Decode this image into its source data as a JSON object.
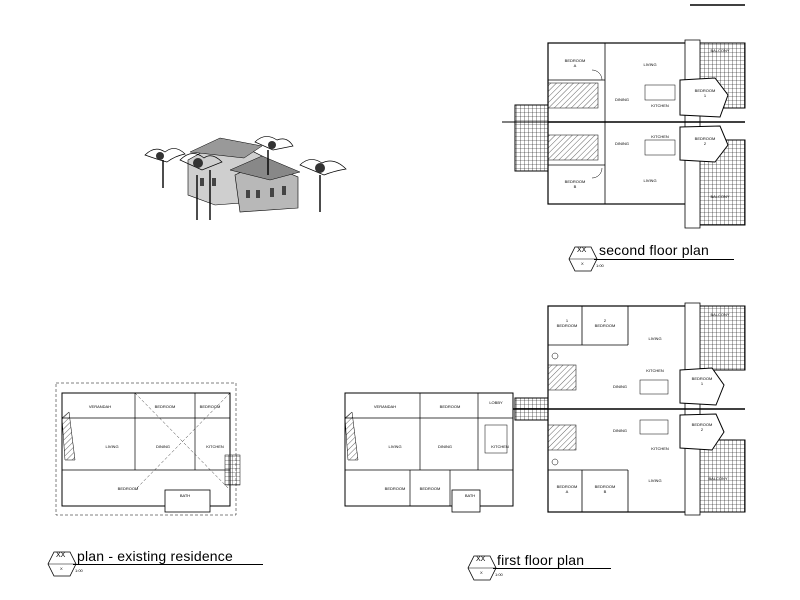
{
  "title_block": {
    "hex_top": "XX",
    "hex_bottom": "X",
    "scale": "1:00"
  },
  "drawings": {
    "second_floor": {
      "title": "second floor plan",
      "rooms": {
        "bedroom_a": "BEDROOM\nA",
        "living_a": "LIVING",
        "dining_a": "DINING",
        "kitchen_a": "KITCHEN",
        "bedroom_1": "BEDROOM\n1",
        "balcony_1": "BALCONY",
        "bedroom_b": "BEDROOM\nB",
        "living_b": "LIVING",
        "dining_b": "DINING",
        "kitchen_b": "KITCHEN",
        "bedroom_2": "BEDROOM\n2",
        "balcony_2": "BALCONY"
      }
    },
    "first_floor": {
      "title": "first floor plan",
      "rooms": {
        "verandah": "VERANDAH",
        "bedroom_a": "BEDROOM",
        "lobby": "LOBBY",
        "living_a": "LIVING",
        "dining_a": "DINING",
        "kitchen_a": "KITCHEN",
        "bedroom_b": "BEDROOM",
        "bedroom_c": "BEDROOM",
        "bath": "BATH",
        "bedroom_1": "1\nBEDROOM",
        "bedroom_2": "2\nBEDROOM",
        "living_1": "LIVING",
        "dining_1": "DINING",
        "kitchen_1": "KITCHEN",
        "bedroom_3": "BEDROOM\n1",
        "balcony_1": "BALCONY",
        "dining_2": "DINING",
        "kitchen_2": "KITCHEN",
        "bedroom_4": "BEDROOM\n2",
        "living_2": "LIVING",
        "bedroom_5": "BEDROOM\nA",
        "bedroom_6": "BEDROOM\nB",
        "balcony_2": "BALCONY"
      }
    },
    "existing": {
      "title": "plan - existing residence",
      "rooms": {
        "verandah": "VERANDAH",
        "bedroom_a": "BEDROOM",
        "bedroom_b": "BEDROOM",
        "living": "LIVING",
        "dining": "DINING",
        "kitchen": "KITCHEN",
        "bedroom_c": "BEDROOM",
        "bath": "BATH"
      }
    }
  }
}
